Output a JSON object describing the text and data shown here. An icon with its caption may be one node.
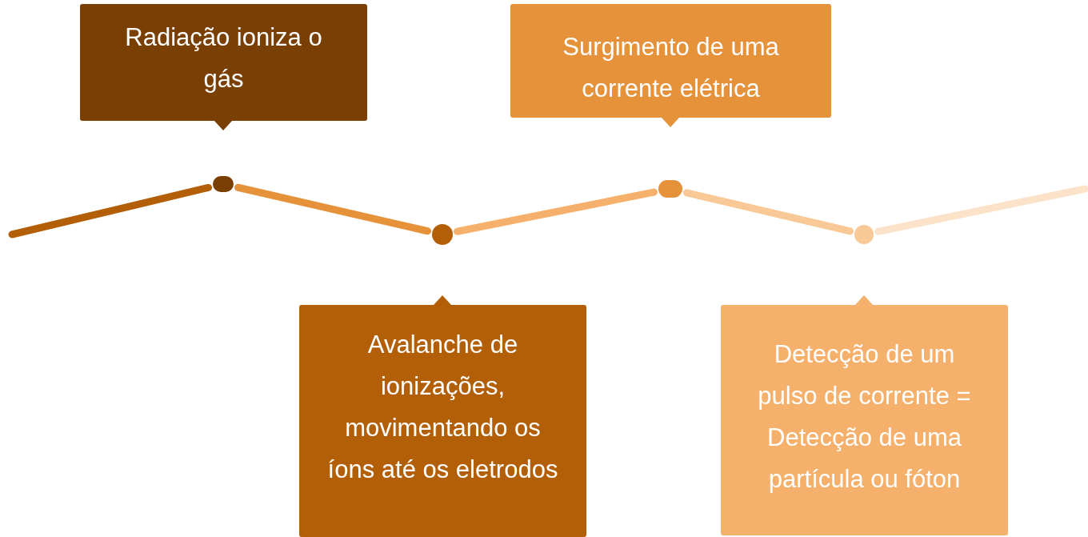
{
  "diagram": {
    "nodes": [
      {
        "text": [
          "Radiação ioniza o gás"
        ]
      },
      {
        "text": [
          "Surgimento de uma corrente elétrica"
        ]
      },
      {
        "text": [],
        "shape": "circle"
      },
      {
        "text": [],
        "shape": "circle"
      },
      {
        "text": [],
        "shape": "circle"
      },
      {
        "text": [],
        "shape": "circle"
      },
      {
        "text": [
          "Avalanche de ionizações, movimentando os íons até os eletrodos"
        ]
      },
      {
        "text": [
          "Detecção de um pulso de corrente = Detecção de uma partícula ou fóton"
        ]
      }
    ],
    "edges": [
      {
        "from": null,
        "to": 2,
        "arrow": "none",
        "color": "#b35f07"
      },
      {
        "from": 2,
        "to": 3,
        "arrow": "none",
        "color": "#e6923a"
      },
      {
        "from": 3,
        "to": 4,
        "arrow": "none",
        "color": "#f5b06b"
      },
      {
        "from": 4,
        "to": 5,
        "arrow": "none",
        "color": "#f8c896"
      },
      {
        "from": 5,
        "to": null,
        "arrow": "none",
        "color": "#fbe2c8"
      }
    ]
  }
}
